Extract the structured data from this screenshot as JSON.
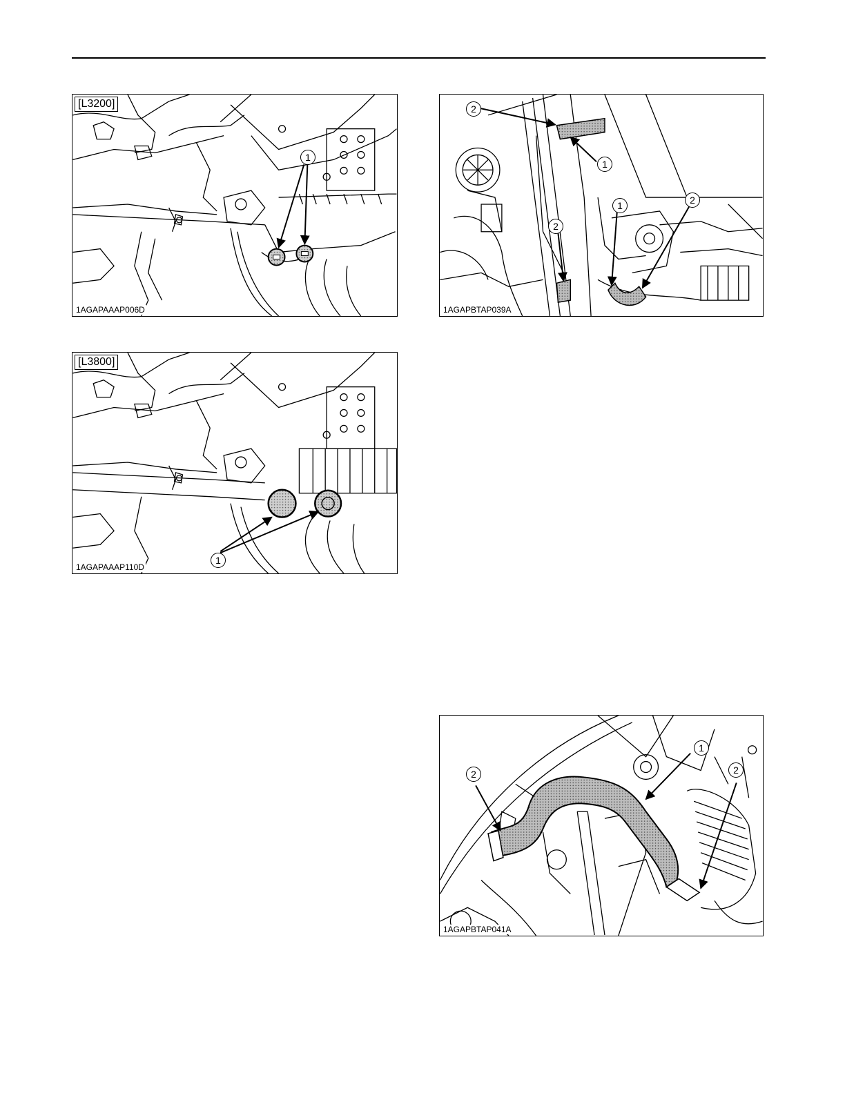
{
  "figures": [
    {
      "model_tag": "[L3200]",
      "code": "1AGAPAAAP006D",
      "callouts": [
        "1"
      ]
    },
    {
      "model_tag": "[L3800]",
      "code": "1AGAPAAAP110D",
      "callouts": [
        "1"
      ]
    },
    {
      "code": "1AGAPBTAP039A",
      "callouts": [
        "2",
        "1",
        "1",
        "2",
        "2"
      ]
    },
    {
      "code": "1AGAPBTAP041A",
      "callouts": [
        "1",
        "2",
        "2"
      ]
    }
  ]
}
